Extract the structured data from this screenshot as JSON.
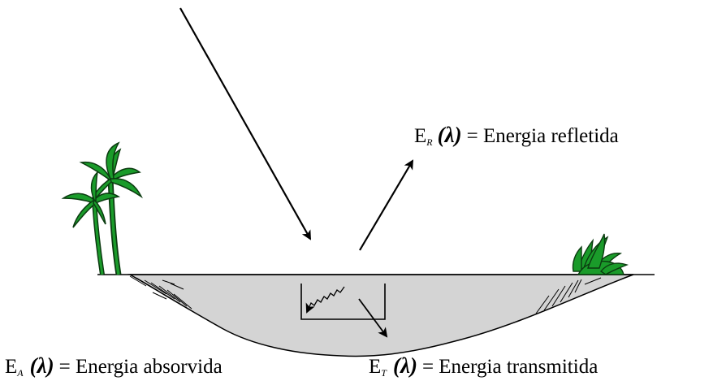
{
  "labels": {
    "reflected": {
      "symbol": "E",
      "subscript": "R",
      "variable": "(λ)",
      "text": "= Energia refletida"
    },
    "absorbed": {
      "symbol": "E",
      "subscript": "A",
      "variable": "(λ)",
      "text": "= Energia absorvida"
    },
    "transmitted": {
      "symbol": "E",
      "subscript": "T",
      "variable": "(λ)",
      "text": "= Energia transmitida"
    }
  },
  "colors": {
    "water": "#d4d4d4",
    "ink": "#000000",
    "palm": "#1a9b2a",
    "palm_outline": "#0b3b10",
    "background": "#ffffff"
  },
  "icons": {
    "left_tree": "palm-tree-icon",
    "right_tree": "shrub-icon"
  }
}
